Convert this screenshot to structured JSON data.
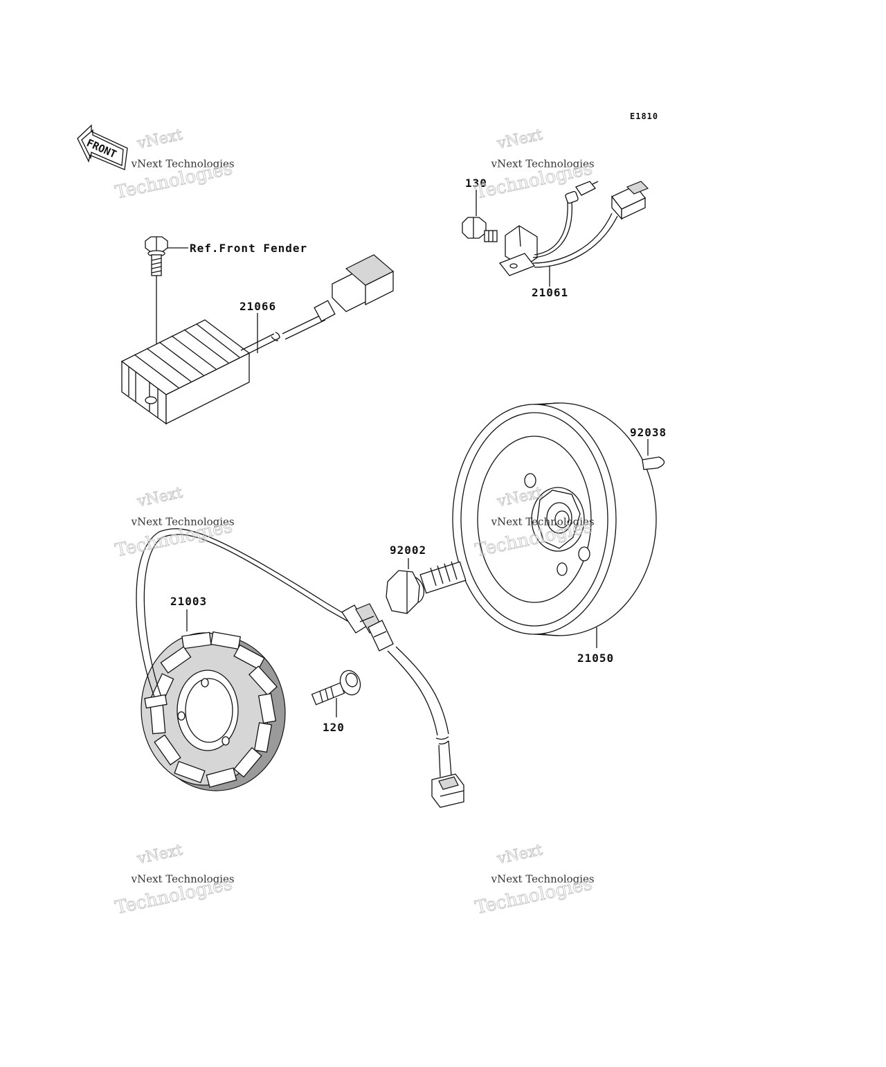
{
  "diagram": {
    "code": "E1810",
    "front_label": "FRONT",
    "reference_label": "Ref.Front Fender",
    "parts": {
      "regulator": "21066",
      "sensor": "21061",
      "sensor_bolt": "130",
      "rotor": "21050",
      "key": "92038",
      "rotor_bolt": "92002",
      "stator": "21003",
      "stator_bolt": "120"
    },
    "watermark": {
      "line1": "vNext",
      "line2": "vNext Technologies",
      "line3": "Technologies"
    }
  }
}
